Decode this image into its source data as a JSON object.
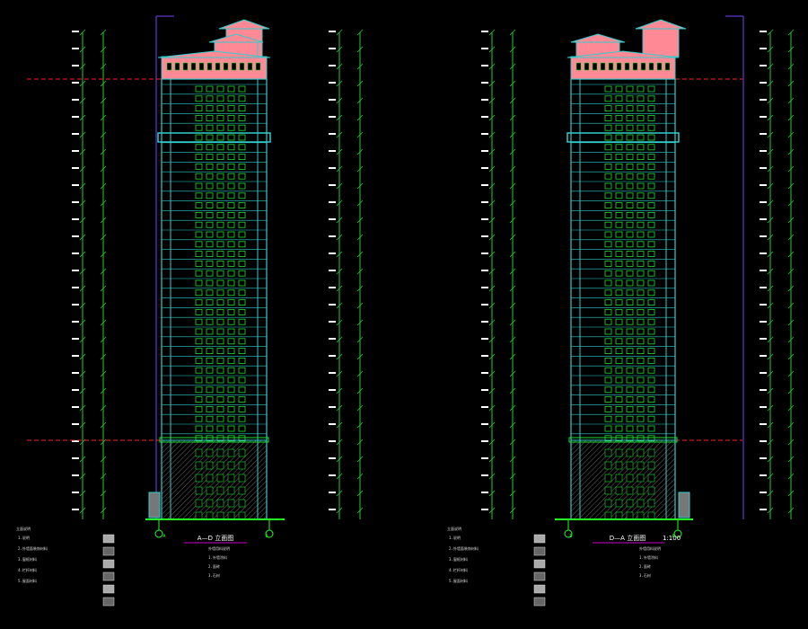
{
  "drawing": {
    "background": "#000000",
    "colors": {
      "facade": "#33cccc",
      "window": "#22dd33",
      "roof": "#ff8a96",
      "dimension": "#22cc33",
      "elevation_mark": "#ffffff",
      "height_line": "#7744ff",
      "datum_line": "#ff2222",
      "ground_line": "#22ff22",
      "base_hatch": "#aaaaaa",
      "note_text": "#dddddd",
      "title_underline": "#cc00cc"
    },
    "elevations": [
      {
        "id": "left",
        "title": "A—D 立面图",
        "scale": "",
        "axis_marks": [
          "A",
          "D"
        ],
        "notes": {
          "heading": "立面说明",
          "left_items": [
            "1.说明",
            "2.外墙面装饰材料",
            "3.窗框材料",
            "4.栏杆材料",
            "5.屋面材料"
          ],
          "right_heading": "外墙用料说明",
          "right_items": [
            "1.外墙涂料",
            "2.面砖",
            "3.石材"
          ]
        }
      },
      {
        "id": "right",
        "title": "D—A 立面图",
        "scale": "1:100",
        "axis_marks": [
          "D",
          "A"
        ],
        "notes": {
          "heading": "立面说明",
          "left_items": [
            "1.说明",
            "2.外墙面装饰材料",
            "3.窗框材料",
            "4.栏杆材料",
            "5.屋面材料"
          ],
          "right_heading": "外墙用料说明",
          "right_items": [
            "1.外墙涂料",
            "2.面砖",
            "3.石材"
          ]
        }
      }
    ]
  }
}
